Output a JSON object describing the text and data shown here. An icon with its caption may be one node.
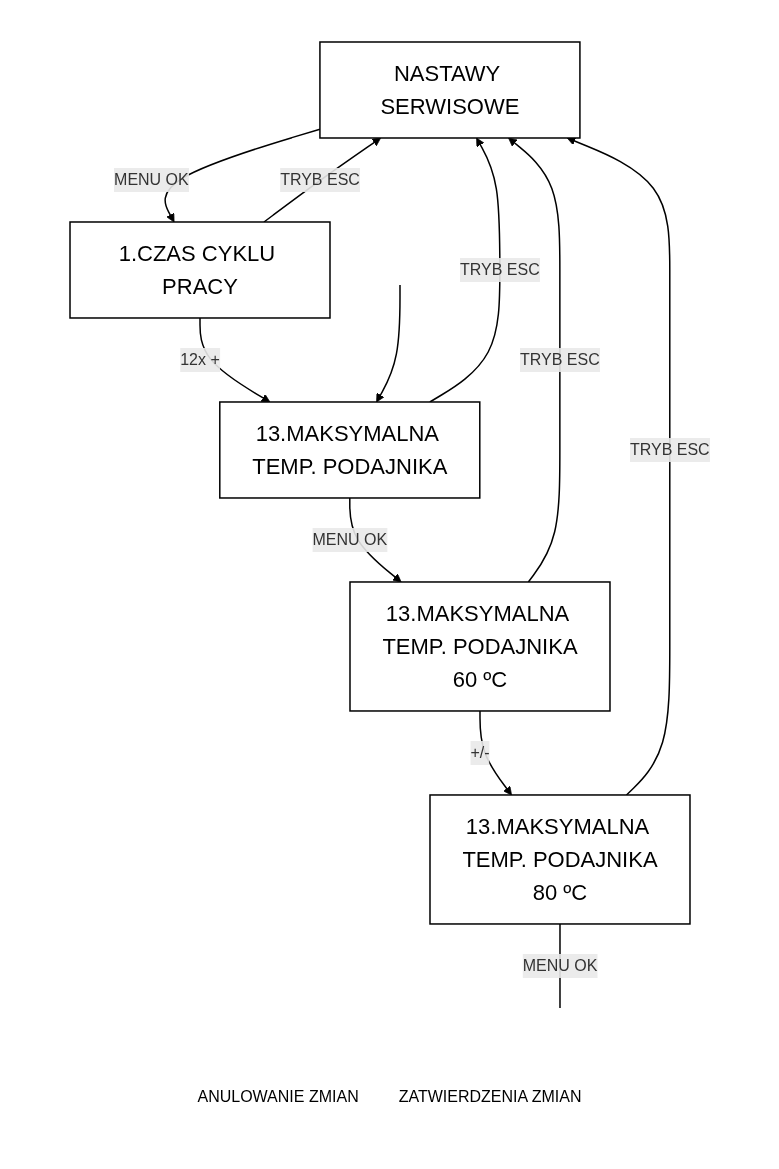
{
  "diagram": {
    "nodes": [
      {
        "text": [
          "NASTAWY SERWISOWE"
        ]
      },
      {
        "text": [
          "1.CZAS CYKLU PRACY"
        ]
      },
      {
        "text": [
          "13.MAKSYMALNA TEMP. PODAJNIKA"
        ]
      },
      {
        "text": [
          "13.MAKSYMALNA TEMP. PODAJNIKA",
          "60 ºC"
        ]
      },
      {
        "text": [
          "13.MAKSYMALNA TEMP. PODAJNIKA",
          "80 ºC"
        ]
      }
    ],
    "edges": [
      {
        "from": 0,
        "to": 1,
        "arrow": "to",
        "label": "MENU OK"
      },
      {
        "from": 1,
        "to": 2,
        "arrow": "to",
        "label": "12x +"
      },
      {
        "from": 2,
        "to": 3,
        "arrow": "to",
        "label": "MENU OK"
      },
      {
        "from": 3,
        "to": 4,
        "arrow": "to",
        "label": "+/-"
      },
      {
        "from": 1,
        "to": 0,
        "arrow": "to",
        "label": "TRYB ESC"
      },
      {
        "from": 2,
        "to": 0,
        "arrow": "to",
        "label": "TRYB ESC"
      },
      {
        "from": 3,
        "to": 0,
        "arrow": "to",
        "label": "TRYB ESC"
      },
      {
        "from": 4,
        "to": 0,
        "arrow": "to",
        "label": "TRYB ESC"
      },
      {
        "from": 4,
        "to": null,
        "arrow": "none",
        "label": "MENU OK"
      },
      {
        "from": null,
        "to": 2,
        "arrow": "to"
      }
    ],
    "labels": [
      "ANULOWANIE ZMIAN",
      "ZATWIERDZENIA ZMIAN"
    ]
  }
}
